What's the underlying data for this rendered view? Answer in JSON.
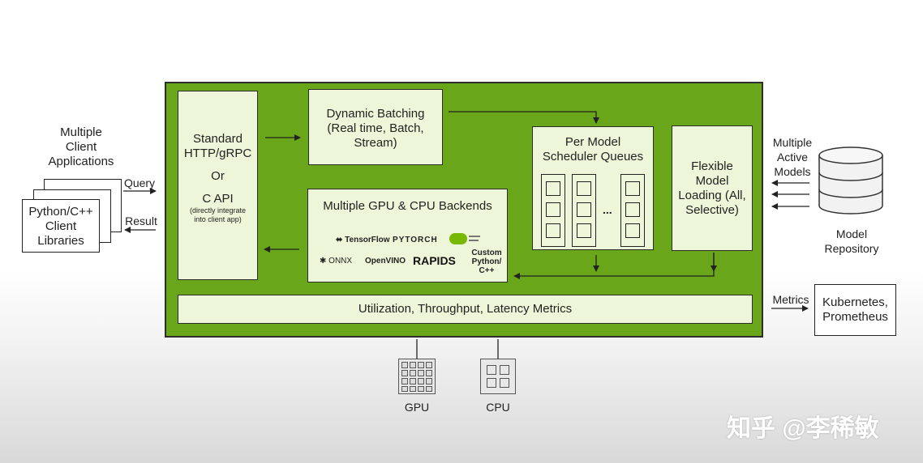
{
  "client": {
    "title_lines": [
      "Multiple",
      "Client",
      "Applications"
    ],
    "libraries_lines": [
      "Python/C++",
      "Client",
      "Libraries"
    ],
    "query_label": "Query",
    "result_label": "Result"
  },
  "server": {
    "api_box": {
      "line1": "Standard",
      "line2": "HTTP/gRPC",
      "line3": "Or",
      "line4": "C API",
      "note1": "(directly integrate",
      "note2": "into client app)"
    },
    "batching_box": {
      "line1": "Dynamic Batching",
      "line2": "(Real time, Batch,",
      "line3": "Stream)"
    },
    "backends_box": {
      "title": "Multiple GPU & CPU Backends",
      "logos": {
        "tensorflow": "TensorFlow",
        "pytorch": "PYTORCH",
        "onnx": "ONNX",
        "openvino": "OpenVINO",
        "rapids": "RAPIDS",
        "custom1": "Custom",
        "custom2": "Python/",
        "custom3": "C++"
      }
    },
    "scheduler_box": {
      "line1": "Per Model",
      "line2": "Scheduler Queues",
      "ellipsis": "..."
    },
    "loading_box": {
      "line1": "Flexible",
      "line2": "Model",
      "line3": "Loading (All,",
      "line4": "Selective)"
    },
    "metrics_bar": "Utilization, Throughput, Latency Metrics"
  },
  "repository": {
    "active_lines": [
      "Multiple",
      "Active",
      "Models"
    ],
    "label_lines": [
      "Model",
      "Repository"
    ]
  },
  "monitoring": {
    "metrics_label": "Metrics",
    "line1": "Kubernetes,",
    "line2": "Prometheus"
  },
  "hardware": {
    "gpu_label": "GPU",
    "cpu_label": "CPU"
  },
  "watermark": "知乎 @李稀敏",
  "colors": {
    "panel_green": "#6aa61a",
    "box_fill": "#eef6d9"
  }
}
